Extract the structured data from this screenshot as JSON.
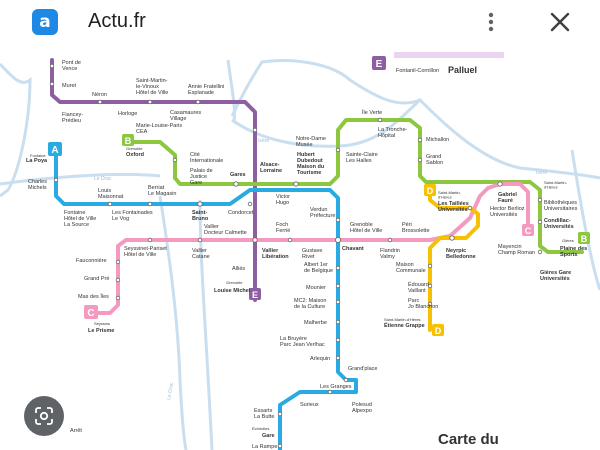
{
  "app": {
    "icon_letter": "a",
    "title": "Actu.fr"
  },
  "icons": {
    "app": "app-logo-icon",
    "menu": "more-vert-icon",
    "close": "close-icon",
    "lens": "google-lens-icon"
  },
  "colors": {
    "lineA": "#29abe2",
    "lineB": "#8dc63f",
    "lineC": "#f49ac1",
    "lineD": "#f7c000",
    "lineE": "#8e5ea2",
    "river": "#c9dff0"
  },
  "map": {
    "header": {
      "badge": "E",
      "stop_small": "Fontanil-Cornillon",
      "stop_bold": "Palluel"
    },
    "line_badges": {
      "A": "A",
      "B": "B",
      "C": "C",
      "D": "D",
      "E": "E"
    },
    "river_labels": {
      "isere1": "Isère",
      "isere2": "Isère",
      "drac1": "Le Drac",
      "drac2": "Le Drac"
    },
    "stations": {
      "pont_de_vence": "Pont de\nVence",
      "muret": "Muret",
      "fiancey": "Fiancey-\nPrédieu",
      "neron": "Néron",
      "st_martin_hdv": "Saint-Martin-\nle-Vinoux\nHôtel de Ville",
      "annie_fratellini": "Annie Fratellini\nEsplanade",
      "horloge": "Horloge",
      "casamaures": "Casamaures\nVillage",
      "marie_louise": "Marie-Louise-Paris\nCEA",
      "grenoble_oxford_small": "Grenoble",
      "grenoble_oxford": "Oxford",
      "cite_inter": "Cité\nInternationale",
      "palais_justice": "Palais de\nJustice\nGare",
      "gares": "Gares",
      "alsace_lorraine": "Alsace-\nLorraine",
      "hubert_dubedout": "Hubert\nDubedout\nMaison du\nTourisme",
      "notre_dame": "Notre-Dame\nMusée",
      "ste_claire": "Sainte-Claire\nLes Halles",
      "ile_verte": "Île Verte",
      "la_tronche": "La Tronche-\nHôpital",
      "michallon": "Michallon",
      "grand_sablon": "Grand\nSablon",
      "fontaine_small": "Fontaine",
      "la_poya": "La Poya",
      "charles_michels": "Charles\nMichels",
      "louis_maisonnat": "Louis\nMaisonnat",
      "berriat": "Berriat\nLe Magasin",
      "fontaine_hdv": "Fontaine\nHôtel de Ville\nLa Source",
      "fontainades": "Les Fontainades\nLe Vog",
      "saint_bruno": "Saint-\nBruno",
      "condorcet": "Condorcet",
      "victor_hugo": "Victor\nHugo",
      "verdun": "Verdun\nPréfecture",
      "foch_ferrie": "Foch\nFerrié",
      "grenoble_hdv": "Grenoble\nHôtel de Ville",
      "peri_brossolette": "Péri\nBrossolette",
      "smh_small": "Saint-Martin-\nd'Hères",
      "taillees": "Les Taillées\nUniversités",
      "gabriel_faure": "Gabriel\nFauré",
      "hector_berlioz": "Hector Berlioz\nUniversités",
      "smh2_small": "Saint-Martin-\nd'Hères",
      "bibliotheques": "Bibliothèques\nUniversitaires",
      "condillac": "Condillac-\nUniversités",
      "seyssinet": "Seyssinet-Pariset\nHôtel de Ville",
      "vallier_catane": "Vallier\nCatane",
      "vallier_docteur": "Vallier\nDocteur Calmette",
      "vallier_liberation": "Vallier\nLibération",
      "gustave_rivet": "Gustave\nRivet",
      "chavant": "Chavant",
      "flandrin": "Flandrin\nValmy",
      "neyrpic": "Neyrpic\nBelledonne",
      "mayencin": "Mayencin\nChamp Roman",
      "gieres_small": "Gières",
      "plaine_sports": "Plaine des\nSports",
      "gieres_gare": "Gières Gare\nUniversités",
      "fauconniere": "Fauconnière",
      "grand_pre": "Grand Pré",
      "mas_iles": "Mas des Îles",
      "seyssins_small": "Seyssins",
      "le_prisme": "Le Prisme",
      "allies": "Alliés",
      "grenoble_small": "Grenoble",
      "louise_michel": "Louise Michel",
      "albert_1er": "Albert 1er\nde Belgique",
      "maison_communale": "Maison\nCommunale",
      "edouard_vaillant": "Édouard\nVaillant",
      "parc_jo": "Parc\nJo Blanchon",
      "smh3_small": "Saint-Martin-d'Hères",
      "etienne_grappe": "Étienne Grappe",
      "mounier": "Mounier",
      "mc2": "MC2: Maison\nde la Culture",
      "malherbe": "Malherbe",
      "la_bruyere": "La Bruyère\nParc Jean Verlhac",
      "arlequin": "Arlequin",
      "grand_place": "Grand'place",
      "les_granges": "Les Granges",
      "surieux": "Surieux",
      "polesud": "Polesud\nAlpexpo",
      "essarts": "Essarts\nLa Butte",
      "echirolles_small": "Échirolles",
      "echirolles_gare": "Gare",
      "la_rampe": "La Rampe",
      "arret": "Arrêt"
    },
    "caption": "Carte du"
  }
}
